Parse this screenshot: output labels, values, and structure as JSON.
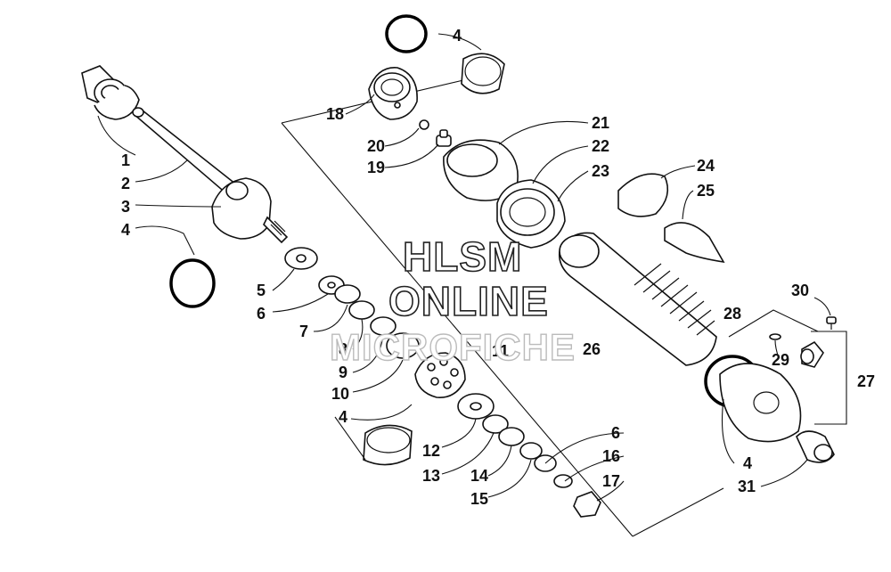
{
  "watermark": {
    "line1": "HLSM",
    "line2": "ONLINE",
    "line3": "MICROFICHE"
  },
  "callouts": [
    {
      "id": "c1",
      "text": "1"
    },
    {
      "id": "c2",
      "text": "2"
    },
    {
      "id": "c3",
      "text": "3"
    },
    {
      "id": "c4a",
      "text": "4"
    },
    {
      "id": "c4b",
      "text": "4"
    },
    {
      "id": "c4c",
      "text": "4"
    },
    {
      "id": "c4d",
      "text": "4"
    },
    {
      "id": "c5",
      "text": "5"
    },
    {
      "id": "c6a",
      "text": "6"
    },
    {
      "id": "c6b",
      "text": "6"
    },
    {
      "id": "c7",
      "text": "7"
    },
    {
      "id": "c8",
      "text": "8"
    },
    {
      "id": "c9",
      "text": "9"
    },
    {
      "id": "c10",
      "text": "10"
    },
    {
      "id": "c11",
      "text": "11"
    },
    {
      "id": "c12",
      "text": "12"
    },
    {
      "id": "c13",
      "text": "13"
    },
    {
      "id": "c14",
      "text": "14"
    },
    {
      "id": "c15",
      "text": "15"
    },
    {
      "id": "c16",
      "text": "16"
    },
    {
      "id": "c17",
      "text": "17"
    },
    {
      "id": "c18",
      "text": "18"
    },
    {
      "id": "c19",
      "text": "19"
    },
    {
      "id": "c20",
      "text": "20"
    },
    {
      "id": "c21",
      "text": "21"
    },
    {
      "id": "c22",
      "text": "22"
    },
    {
      "id": "c23",
      "text": "23"
    },
    {
      "id": "c24",
      "text": "24"
    },
    {
      "id": "c25",
      "text": "25"
    },
    {
      "id": "c26",
      "text": "26"
    },
    {
      "id": "c27",
      "text": "27"
    },
    {
      "id": "c28",
      "text": "28"
    },
    {
      "id": "c29",
      "text": "29"
    },
    {
      "id": "c30",
      "text": "30"
    },
    {
      "id": "c31",
      "text": "31"
    }
  ]
}
